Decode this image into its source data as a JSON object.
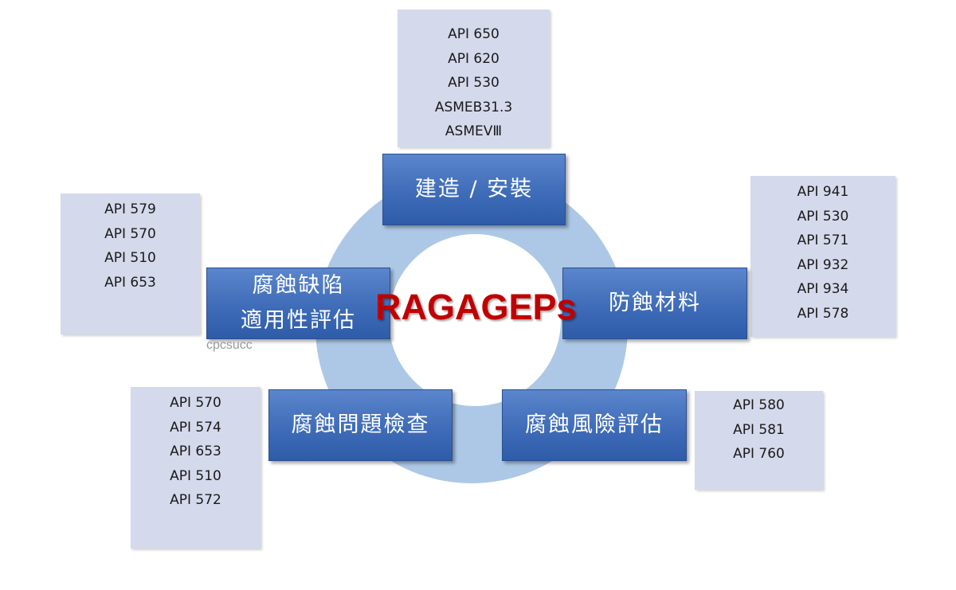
{
  "title": "RAGAGEPs",
  "watermark": "cpcsucc",
  "colors": {
    "ring": "#adc8e6",
    "category_box": "#3f6cb8",
    "standards_box": "#d5d9ec",
    "title_text": "#c00000"
  },
  "categories": [
    {
      "id": "construction",
      "lines": [
        "建造 / 安裝"
      ],
      "standards": [
        "API 650",
        "API 620",
        "API 530",
        "ASMEB31.3",
        "ASMEVⅢ"
      ]
    },
    {
      "id": "anticorrosion-materials",
      "lines": [
        "防蝕材料"
      ],
      "standards": [
        "API 941",
        "API 530",
        "API 571",
        "API 932",
        "API 934",
        "API 578"
      ]
    },
    {
      "id": "corrosion-risk-assessment",
      "lines": [
        "腐蝕風險評估"
      ],
      "standards": [
        "API 580",
        "API 581",
        "API 760"
      ]
    },
    {
      "id": "corrosion-inspection",
      "lines": [
        "腐蝕問題檢查"
      ],
      "standards": [
        "API 570",
        "API 574",
        "API 653",
        "API 510",
        "API 572"
      ]
    },
    {
      "id": "fitness-for-service",
      "lines": [
        "腐蝕缺陷",
        "適用性評估"
      ],
      "standards": [
        "API 579",
        "API 570",
        "API 510",
        "API 653"
      ]
    }
  ]
}
